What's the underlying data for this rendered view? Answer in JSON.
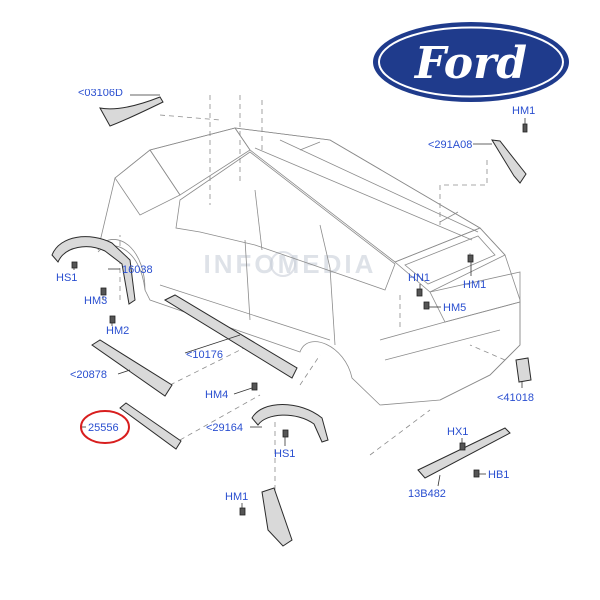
{
  "logo": {
    "brand_text": "Ford"
  },
  "watermark": {
    "text": "INFOMEDIA"
  },
  "colors": {
    "label": "#2a4fd0",
    "highlight": "#d81e1e",
    "logo_blue": "#1f3b8c",
    "part_fill": "#d9d9d9",
    "outline": "#8c8c8c"
  },
  "callouts": [
    {
      "text": "<03106D"
    },
    {
      "text": "HM1"
    },
    {
      "text": "<291A08"
    },
    {
      "text": "HS1"
    },
    {
      "text": "16038"
    },
    {
      "text": "HM3"
    },
    {
      "text": "HM2"
    },
    {
      "text": "<10176"
    },
    {
      "text": "<20878"
    },
    {
      "text": "HM4"
    },
    {
      "text": "25556"
    },
    {
      "text": "<29164"
    },
    {
      "text": "HS1"
    },
    {
      "text": "HM1"
    },
    {
      "text": "HN1"
    },
    {
      "text": "HM1"
    },
    {
      "text": "HM5"
    },
    {
      "text": "<41018"
    },
    {
      "text": "HX1"
    },
    {
      "text": "HB1"
    },
    {
      "text": "13B482"
    }
  ]
}
